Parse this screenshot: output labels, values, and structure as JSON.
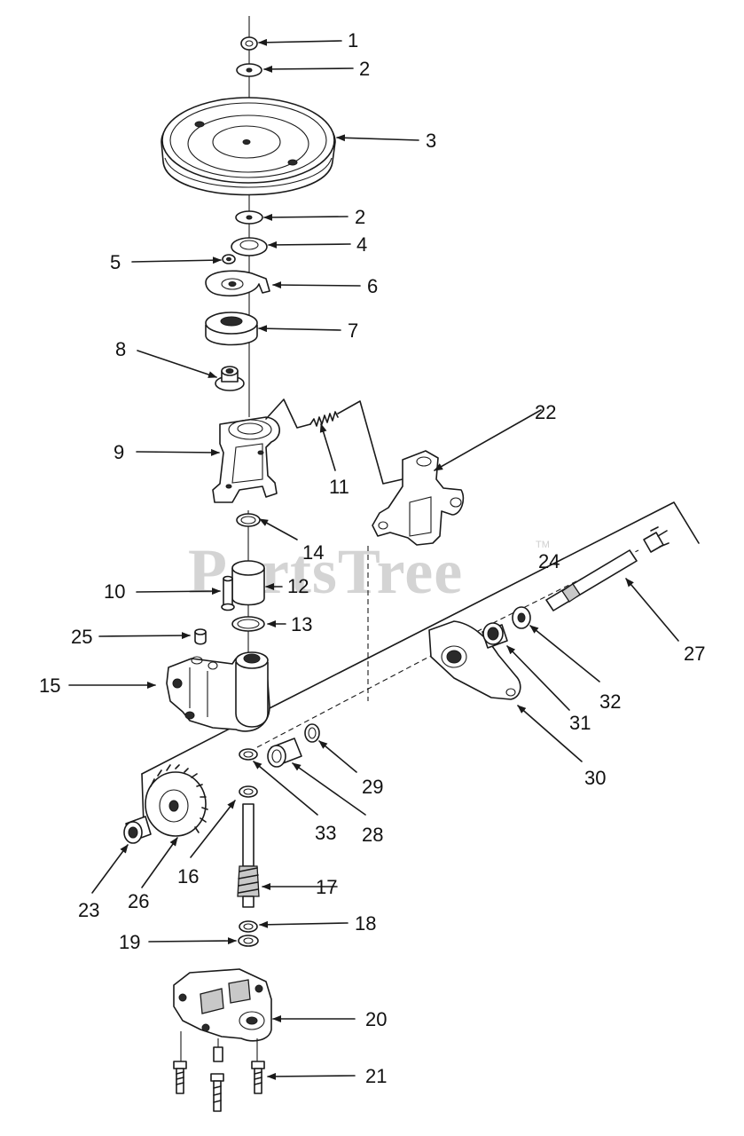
{
  "watermark": {
    "text": "PartsTree",
    "trademark": "TM"
  },
  "callouts": [
    {
      "id": "c1",
      "label": "1"
    },
    {
      "id": "c2a",
      "label": "2"
    },
    {
      "id": "c3",
      "label": "3"
    },
    {
      "id": "c2b",
      "label": "2"
    },
    {
      "id": "c4",
      "label": "4"
    },
    {
      "id": "c5",
      "label": "5"
    },
    {
      "id": "c6",
      "label": "6"
    },
    {
      "id": "c7",
      "label": "7"
    },
    {
      "id": "c8",
      "label": "8"
    },
    {
      "id": "c22",
      "label": "22"
    },
    {
      "id": "c9",
      "label": "9"
    },
    {
      "id": "c11",
      "label": "11"
    },
    {
      "id": "c14",
      "label": "14"
    },
    {
      "id": "c24",
      "label": "24"
    },
    {
      "id": "c10",
      "label": "10"
    },
    {
      "id": "c12",
      "label": "12"
    },
    {
      "id": "c13",
      "label": "13"
    },
    {
      "id": "c27",
      "label": "27"
    },
    {
      "id": "c25",
      "label": "25"
    },
    {
      "id": "c15",
      "label": "15"
    },
    {
      "id": "c32",
      "label": "32"
    },
    {
      "id": "c31",
      "label": "31"
    },
    {
      "id": "c30",
      "label": "30"
    },
    {
      "id": "c29",
      "label": "29"
    },
    {
      "id": "c33",
      "label": "33"
    },
    {
      "id": "c28",
      "label": "28"
    },
    {
      "id": "c16",
      "label": "16"
    },
    {
      "id": "c23",
      "label": "23"
    },
    {
      "id": "c26",
      "label": "26"
    },
    {
      "id": "c17",
      "label": "17"
    },
    {
      "id": "c18",
      "label": "18"
    },
    {
      "id": "c19",
      "label": "19"
    },
    {
      "id": "c20",
      "label": "20"
    },
    {
      "id": "c21",
      "label": "21"
    }
  ]
}
